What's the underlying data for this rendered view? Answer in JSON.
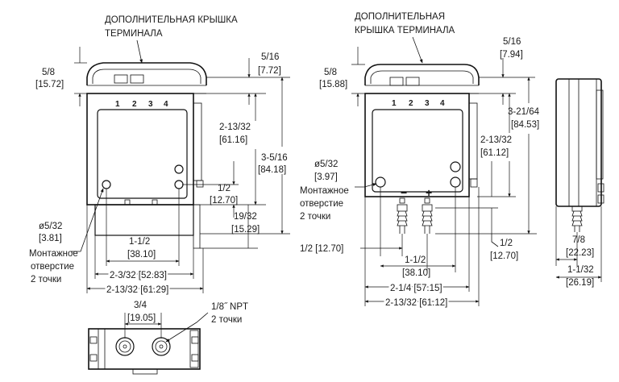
{
  "left_view": {
    "callout": [
      "ДОПОЛНИТЕЛЬНАЯ КРЫШКА",
      "ТЕРМИНАЛА"
    ],
    "terminals": [
      "1",
      "2",
      "3",
      "4"
    ],
    "dim_top_left": [
      "5/8",
      "[15.72]"
    ],
    "dim_top_right": [
      "5/16",
      "[7.72]"
    ],
    "dim_body_h": [
      "2-13/32",
      "[61.16]"
    ],
    "dim_total_h": [
      "3-5/16",
      "[84.18]"
    ],
    "dim_hole_h": [
      "1/2",
      "[12.70]"
    ],
    "dim_bottom_h": [
      "19/32",
      "[15.29]"
    ],
    "hole_size": [
      "ø5/32",
      "[3.81]"
    ],
    "hole_label": [
      "Монтажное",
      "отверстие",
      "2 точки"
    ],
    "dim_hole_spacing": [
      "1-1/2",
      "[38.10]"
    ],
    "dim_width_inner": "2-3/32 [52.83]",
    "dim_width_outer": "2-13/32 [61.29]"
  },
  "bottom_view": {
    "dim_spacing": [
      "3/4",
      "[19.05]"
    ],
    "npt_label": [
      "1/8˝ NPT",
      "2 точки"
    ]
  },
  "middle_view": {
    "callout": [
      "ДОПОЛНИТЕЛЬНАЯ",
      "КРЫШКА ТЕРМИНАЛА"
    ],
    "terminals": [
      "1",
      "2",
      "3",
      "4"
    ],
    "port_minus": "−",
    "port_plus": "+",
    "dim_top_left": [
      "5/8",
      "[15.88]"
    ],
    "dim_top_right": [
      "5/16",
      "[7.94]"
    ],
    "dim_total_h": [
      "3-21/64",
      "[84.53]"
    ],
    "dim_body_h": [
      "2-13/32",
      "[61.12]"
    ],
    "hole_size": [
      "ø5/32",
      "[3.97]"
    ],
    "hole_label": [
      "Монтажное",
      "отверстие",
      "2 точки"
    ],
    "dim_port_offset": "1/2 [12.70]",
    "dim_port_h": [
      "1/2",
      "[12.70]"
    ],
    "dim_hole_spacing": [
      "1-1/2",
      "[38.10]"
    ],
    "dim_width_inner": "2-1/4 [57.15]",
    "dim_width_outer": "2-13/32 [61.12]"
  },
  "side_view": {
    "dim_port": [
      "7/8",
      "[22.23]"
    ],
    "dim_depth": [
      "1-1/32",
      "[26.19]"
    ]
  }
}
